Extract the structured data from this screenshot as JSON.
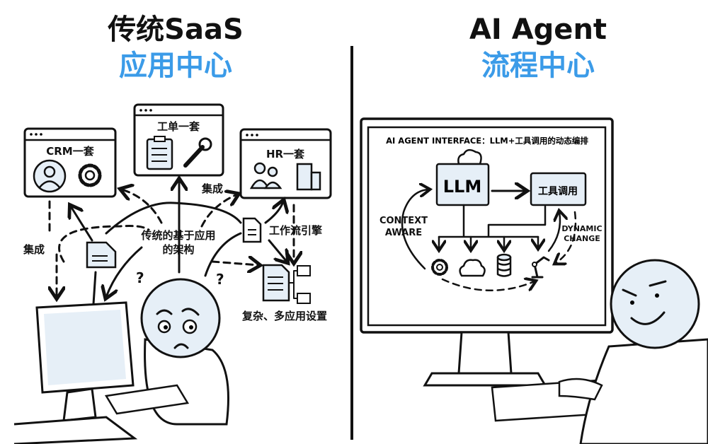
{
  "left": {
    "title": "传统SaaS",
    "subtitle": "应用中心",
    "apps": [
      {
        "label": "CRM一套"
      },
      {
        "label": "工单一套"
      },
      {
        "label": "HR一套"
      }
    ],
    "integration_label_top": "集成",
    "integration_label_left": "集成",
    "center_label_line1": "传统的基于应用",
    "center_label_line2": "的架构",
    "workflow_engine": "工作流引擎",
    "complex_setup": "复杂、多应用设置",
    "question_mark": "?"
  },
  "right": {
    "title": "AI Agent",
    "subtitle": "流程中心",
    "screen_title": "AI AGENT INTERFACE：LLM+工具调用的动态编排",
    "llm": "LLM",
    "tool_call": "工具调用",
    "context_line1": "CONTEXT",
    "context_line2": "AWARE",
    "dynamic_line1": "DYNAMIC",
    "dynamic_line2": "CHANGE"
  },
  "colors": {
    "accent": "#3b9be8",
    "ink": "#111111",
    "tint": "#e6eff7"
  }
}
